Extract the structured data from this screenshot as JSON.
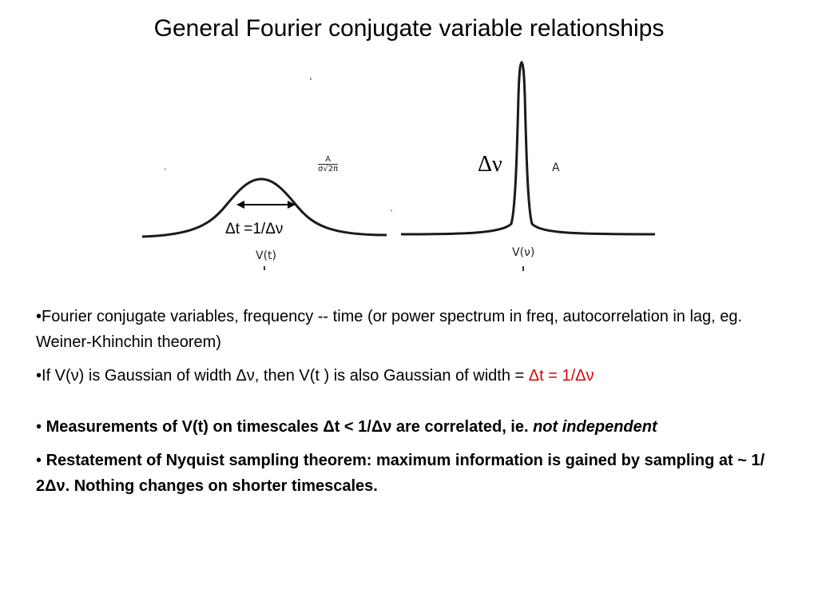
{
  "slide": {
    "title": "General Fourier conjugate variable relationships"
  },
  "figure": {
    "left_label": "V(t)",
    "left_amplitude_numerator": "A",
    "left_amplitude_denominator": "σ√2π",
    "left_width_label": "Δt =1/Δν",
    "right_label": "V(ν)",
    "right_amplitude": "A",
    "right_width_label": "Δν"
  },
  "bullets": {
    "b1": {
      "marker": "•",
      "text": "Fourier conjugate variables, frequency -- time (or power spectrum in freq, autocorrelation in lag, eg.  Weiner-Khinchin theorem)"
    },
    "b2": {
      "marker": "•",
      "text": "If V(ν) is Gaussian of width Δν, then V(t ) is also Gaussian of width = ",
      "highlight": "Δt = 1/Δν"
    },
    "b3": {
      "marker": "• ",
      "text_bold": "Measurements of V(t) on timescales Δt < 1/Δν are correlated, ie. ",
      "text_bold_italic": "not independent"
    },
    "b4": {
      "marker": "• ",
      "text_bold": "Restatement of Nyquist sampling theorem: maximum information is gained by sampling at ~ 1/ 2Δν. Nothing changes on shorter timescales."
    }
  }
}
